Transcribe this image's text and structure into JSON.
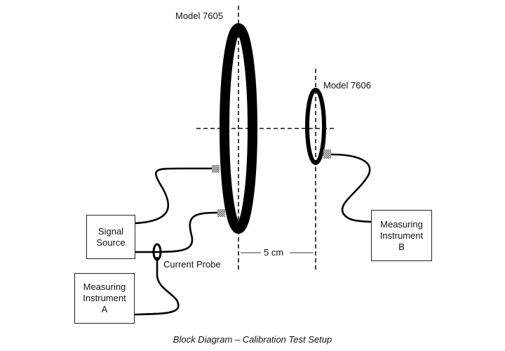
{
  "diagram": {
    "caption": "Block Diagram – Calibration Test Setup",
    "antennas": [
      {
        "id": "model-7605",
        "label": "Model 7605"
      },
      {
        "id": "model-7606",
        "label": "Model 7606"
      }
    ],
    "blocks": [
      {
        "id": "signal-source",
        "line1": "Signal",
        "line2": "Source"
      },
      {
        "id": "measuring-instrument-a",
        "line1": "Measuring",
        "line2": "Instrument",
        "line3": "A"
      },
      {
        "id": "measuring-instrument-b",
        "line1": "Measuring",
        "line2": "Instrument",
        "line3": "B"
      }
    ],
    "probe_label": "Current Probe",
    "distance_label": "5 cm",
    "connections": [
      {
        "from": "signal-source",
        "to": "model-7605",
        "connector": "upper"
      },
      {
        "from": "signal-source",
        "to": "model-7605",
        "connector": "lower",
        "via": "current-probe"
      },
      {
        "from": "current-probe",
        "to": "measuring-instrument-a"
      },
      {
        "from": "model-7606",
        "to": "measuring-instrument-b"
      }
    ]
  }
}
